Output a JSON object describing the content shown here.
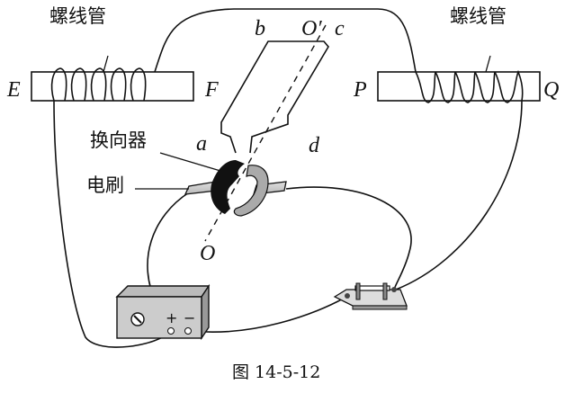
{
  "labels": {
    "solenoid_left": "螺线管",
    "solenoid_right": "螺线管",
    "E": "E",
    "F": "F",
    "P": "P",
    "Q": "Q",
    "a": "a",
    "b": "b",
    "c": "c",
    "d": "d",
    "O": "O",
    "O_prime": "O′",
    "commutator": "换向器",
    "brush": "电刷",
    "plus": "+",
    "minus": "−"
  },
  "caption": "图 14-5-12"
}
